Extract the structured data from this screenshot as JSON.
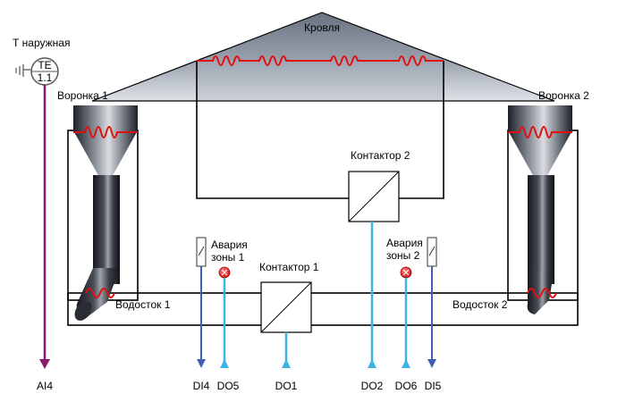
{
  "labels": {
    "temp_outside": "Т наружная",
    "sensor_te": "TE",
    "sensor_num": "1.1",
    "roof": "Кровля",
    "funnel_1": "Воронка 1",
    "funnel_2": "Воронка 2",
    "contactor_1": "Контактор 1",
    "contactor_2": "Контактор 2",
    "alarm_zone_1_line1": "Авария",
    "alarm_zone_1_line2": "зоны 1",
    "alarm_zone_2_line1": "Авария",
    "alarm_zone_2_line2": "зоны 2",
    "downpipe_1": "Водосток 1",
    "downpipe_2": "Водосток 2"
  },
  "io_signals": {
    "ai4": "AI4",
    "di4": "DI4",
    "do5": "DO5",
    "do1": "DO1",
    "do2": "DO2",
    "do6": "DO6",
    "di5": "DI5"
  },
  "colors": {
    "heating_cable": "#e01010",
    "analog_signal": "#8b1a6b",
    "digital_input": "#3f5fb5",
    "digital_output": "#3cb4e6",
    "alarm_lamp": "#e02020",
    "roof_fill_top": "#58606e",
    "roof_fill_bottom": "#d4d8de"
  }
}
